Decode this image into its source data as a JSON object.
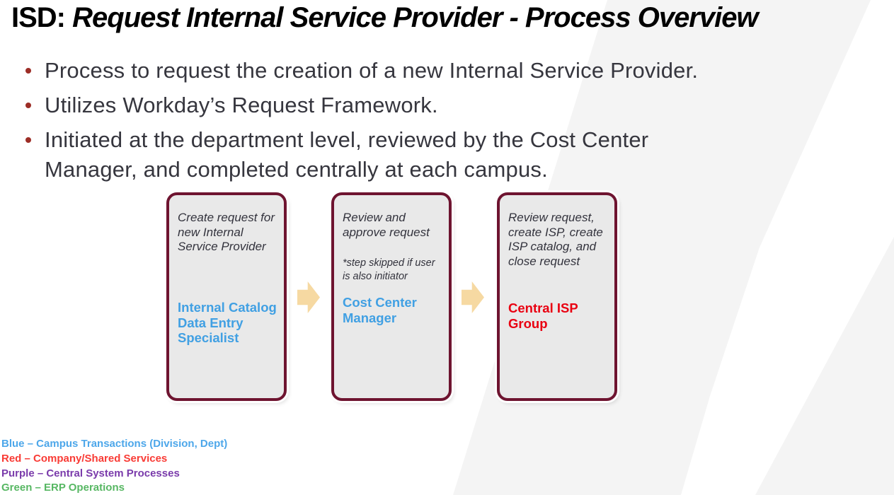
{
  "title": {
    "prefix": "ISD: ",
    "main": "Request Internal Service Provider - Process Overview"
  },
  "bullets": [
    {
      "lines": [
        "Process to request the creation of a new Internal Service Provider."
      ]
    },
    {
      "lines": [
        "Utilizes Workday’s Request Framework."
      ]
    },
    {
      "lines": [
        "Initiated at the department level, reviewed by the Cost Center",
        "Manager, and completed centrally at each campus."
      ]
    }
  ],
  "process_steps": [
    {
      "description_lines": [
        "Create request for",
        "new Internal",
        "Service Provider"
      ],
      "role_lines": [
        "Internal Catalog",
        "Data Entry",
        "Specialist"
      ],
      "role_color": "#41a0e3"
    },
    {
      "description_lines": [
        "Review and",
        "approve request"
      ],
      "note_lines": [
        "*step skipped if user",
        "is also initiator"
      ],
      "role_lines": [
        "Cost Center",
        "Manager"
      ],
      "role_color": "#41a0e3"
    },
    {
      "description_lines": [
        "Review request,",
        "create ISP, create",
        "ISP catalog, and",
        "close request"
      ],
      "role_lines": [
        "Central ISP",
        "Group"
      ],
      "role_color": "#e90011"
    }
  ],
  "legend": [
    {
      "text": "Blue – Campus Transactions (Division, Dept)",
      "color": "#4da7ea"
    },
    {
      "text": "Red – Company/Shared Services",
      "color": "#f93b35"
    },
    {
      "text": "Purple – Central System Processes",
      "color": "#7a3bab"
    },
    {
      "text": "Green – ERP Operations",
      "color": "#57b763"
    }
  ],
  "colors": {
    "box_border": "#6e1430",
    "box_fill": "#e9e9e9",
    "bullet_marker": "#9c2d26",
    "arrow_fill": "#f6d9a2",
    "watermark_gray": "#f4f4f4",
    "role_blue": "#41a0e3",
    "role_red": "#e90011"
  }
}
